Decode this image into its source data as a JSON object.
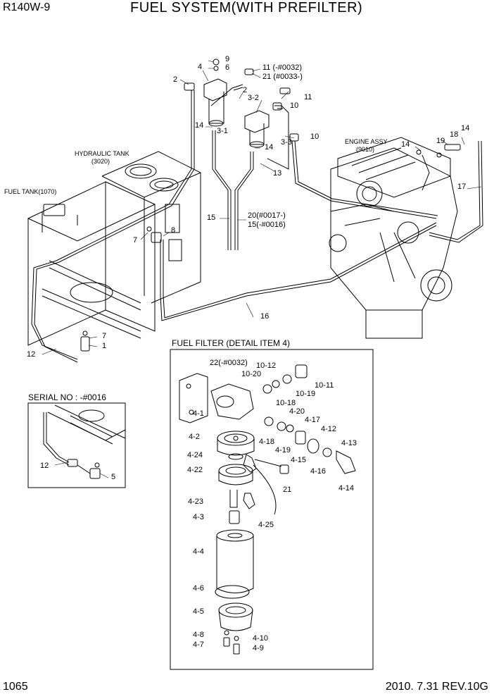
{
  "header": {
    "model": "R140W-9",
    "title": "FUEL SYSTEM(WITH PREFILTER)"
  },
  "footer": {
    "page": "1065",
    "revision": "2010. 7.31  REV.10G"
  },
  "assemblies": {
    "hydraulic_tank": "HYDRAULIC TANK",
    "hydraulic_tank_no": "(3020)",
    "fuel_tank": "FUEL TANK(1070)",
    "engine_assy": "ENGINE ASSY",
    "engine_assy_no": "(9010)"
  },
  "sections": {
    "fuel_filter": "FUEL FILTER (DETAIL ITEM 4)",
    "serial": "SERIAL NO : -#0016"
  },
  "callouts": {
    "c9": "9",
    "c6": "6",
    "c4": "4",
    "c2a": "2",
    "c11a": "11 (-#0032)",
    "c21a": "21 (#0033-)",
    "c2b": "2",
    "c32": "3-2",
    "c11b": "11",
    "c10a": "10",
    "c14a": "14",
    "c31": "3-1",
    "c14b": "14",
    "c10b": "10",
    "c33": "3-3",
    "c13": "13",
    "c14c": "14",
    "c19": "19",
    "c18": "18",
    "c14d": "14",
    "c17": "17",
    "c15": "15",
    "c20": "20(#0017-)",
    "c15b": "15(-#0016)",
    "c7a": "7",
    "c8": "8",
    "c16": "16",
    "c7b": "7",
    "c1": "1",
    "c12a": "12",
    "c12b": "12",
    "c5": "5"
  },
  "filter_callouts": {
    "f22": "22(-#0032)",
    "f1012": "10-12",
    "f1020": "10-20",
    "f1011": "10-11",
    "f1019": "10-19",
    "f1018": "10-18",
    "f41": "4-1",
    "f420": "4-20",
    "f417": "4-17",
    "f412": "4-12",
    "f413": "4-13",
    "f418": "4-18",
    "f419": "4-19",
    "f415": "4-15",
    "f416": "4-16",
    "f414": "4-14",
    "f42": "4-2",
    "f424": "4-24",
    "f422": "4-22",
    "f21": "21",
    "f423": "4-23",
    "f43": "4-3",
    "f425": "4-25",
    "f44": "4-4",
    "f46": "4-6",
    "f45": "4-5",
    "f48": "4-8",
    "f410": "4-10",
    "f47": "4-7",
    "f49": "4-9"
  }
}
